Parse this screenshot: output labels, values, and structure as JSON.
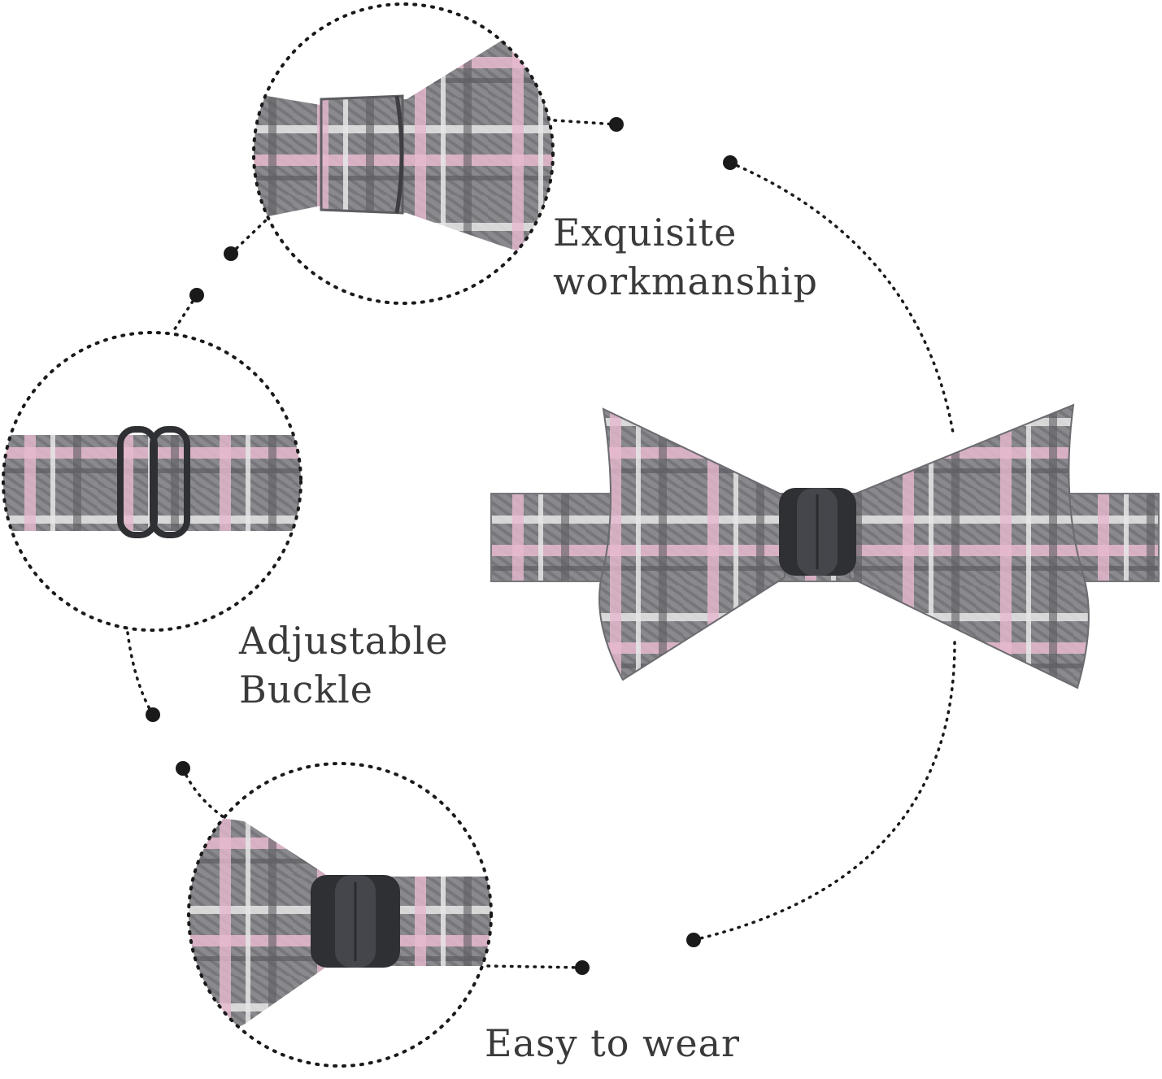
{
  "features": {
    "workmanship": {
      "line1": "Exquisite",
      "line2": "workmanship"
    },
    "buckle": {
      "line1": "Adjustable",
      "line2": "Buckle"
    },
    "easy": {
      "line1": "Easy to wear"
    }
  },
  "colors": {
    "fabric_gray": "#8a8a8e",
    "fabric_dark": "#5d5d62",
    "stripe_pink": "#e7b9cf",
    "stripe_white": "#e6e6e8",
    "hardware": "#2f3034",
    "dots": "#1a1a1a",
    "text": "#3a3a3a"
  },
  "icons": {
    "main": "bow-tie-icon",
    "closeup": "magnifier-circle-icon"
  }
}
